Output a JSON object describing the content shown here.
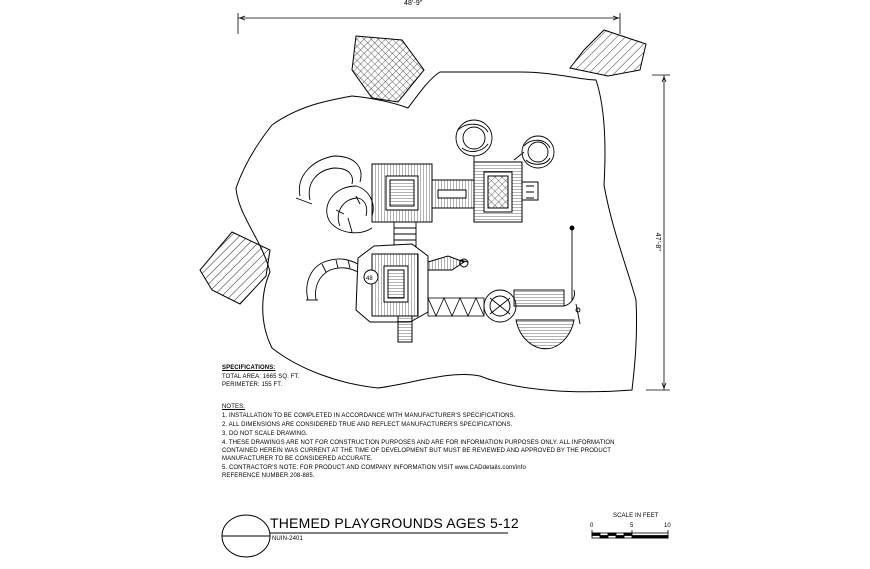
{
  "dimensions": {
    "width_label": "48'-9\"",
    "depth_label": "47'-8\""
  },
  "structure_label": "48",
  "specifications": {
    "heading": "SPECIFICATIONS:",
    "total_area": "TOTAL AREA: 1665 SQ. FT.",
    "perimeter": "PERIMETER: 155 FT."
  },
  "notes": {
    "heading": "NOTES:",
    "items": [
      "1.   INSTALLATION TO BE COMPLETED IN ACCORDANCE WITH MANUFACTURER'S SPECIFICATIONS.",
      "2.   ALL DIMENSIONS ARE CONSIDERED TRUE AND REFLECT MANUFACTURER'S SPECIFICATIONS.",
      "3.   DO NOT SCALE DRAWING.",
      "4.   THESE DRAWINGS ARE NOT FOR CONSTRUCTION PURPOSES AND ARE FOR INFORMATION PURPOSES ONLY. ALL INFORMATION",
      "      CONTAINED HEREIN WAS CURRENT AT THE TIME OF DEVELOPMENT BUT MUST BE REVIEWED AND APPROVED BY THE PRODUCT",
      "      MANUFACTURER TO BE CONSIDERED ACCURATE.",
      "5.   CONTRACTOR'S NOTE: FOR PRODUCT AND COMPANY INFORMATION VISIT www.CADdetails.com/info",
      "      REFERENCE NUMBER 208-885."
    ]
  },
  "title_block": {
    "title": "THEMED PLAYGROUNDS AGES 5-12",
    "code": "NUIN-2401"
  },
  "scale": {
    "label": "SCALE IN FEET",
    "ticks": [
      "0",
      "5",
      "10"
    ]
  }
}
